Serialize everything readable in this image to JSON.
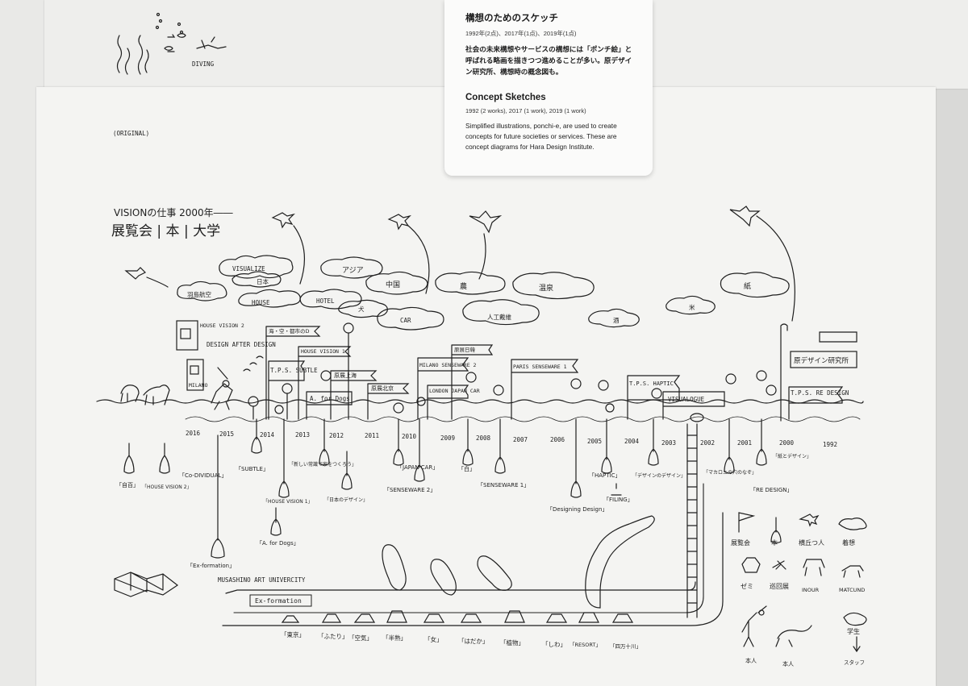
{
  "info_card": {
    "jp_title": "構想のためのスケッチ",
    "jp_meta": "1992年(2点)、2017年(1点)、2019年(1点)",
    "jp_body": "社会の未来構想やサービスの構想には「ポンチ絵」と呼ばれる略画を描きつつ進めることが多い。原デザイン研究所、構想時の概念図も。",
    "en_title": "Concept Sketches",
    "en_meta": "1992 (2 works), 2017 (1 work), 2019 (1 work)",
    "en_body": "Simplified illustrations, ponchi-e, are used to create concepts for future societies or services. These are concept diagrams for Hara Design Institute."
  },
  "sketch": {
    "diving_label": "DIVING",
    "original_label": "(ORIGINAL)",
    "heading_line1": "VISIONの仕事 2000年――",
    "heading_line2": "展覧会 | 本 | 大学",
    "clouds": [
      "VISUALIZE",
      "日本",
      "羽島航空",
      "HOUSE",
      "HOTEL",
      "アジア",
      "中国",
      "犬",
      "CAR",
      "人工戴維",
      "農",
      "温泉",
      "酒",
      "米",
      "紙"
    ],
    "flags": [
      "HOUSE VISION 2",
      "DESIGN AFTER DESIGN",
      "MILANO",
      "海・空・都市のD",
      "HOUSE VISION 1",
      "T.P.S. SUBTLE",
      "原展上海",
      "原展北京",
      "A. for Dogs",
      "MILANO SENSEWARE 2",
      "原展日韓",
      "LONDON JAPAN CAR",
      "PARIS SENSEWARE 1",
      "T.P.S. HAPTIC",
      "VISUALOGUE",
      "原デザイン研究所",
      "T.P.S. RE DESIGN"
    ],
    "years": [
      "2016",
      "2015",
      "2014",
      "2013",
      "2012",
      "2011",
      "2010",
      "2009",
      "2008",
      "2007",
      "2006",
      "2005",
      "2004",
      "2003",
      "2002",
      "2001",
      "2000",
      "1992"
    ],
    "bulb_labels": [
      "「自百」",
      "「HOUSE VISION 2」",
      "「Co-DIVIDUAL」",
      "「SUBTLE」",
      "「HOUSE VISION 1」",
      "「A. for Dogs」",
      "「新しい常識で家をつくろう」",
      "「日本のデザイン」",
      "「JAPAN CAR」",
      "「白」",
      "「SENSEWARE 2」",
      "「SENSEWARE 1」",
      "「Designing Design」",
      "「HAPTIC」",
      "「FILING」",
      "「デザインのデザイン」",
      "「マカロニの穴のなぞ」",
      "「RE DESIGN」",
      "「紙とデザイン」",
      "「Ex-formation」"
    ],
    "university_label": "MUSASHINO ART UNIVERCITY",
    "exformation_label": "Ex-formation",
    "seminar_labels": [
      "「東京」",
      "「ふたり」",
      "「空気」",
      "「半熟」",
      "「女」",
      "「はだか」",
      "「植物」",
      "「しわ」",
      "「RESORT」",
      "「四万十川」"
    ],
    "legend": [
      "展覧会",
      "本",
      "横丘つ人",
      "着想",
      "ゼミ",
      "巡回展",
      "INOUR",
      "MATCUND",
      "本人",
      "本人",
      "学生",
      "スタッフ"
    ]
  },
  "colors": {
    "background": "#d9d9d7",
    "paper": "#f4f4f2",
    "ink": "#1f1f1f",
    "card": "#fbfbfa"
  }
}
